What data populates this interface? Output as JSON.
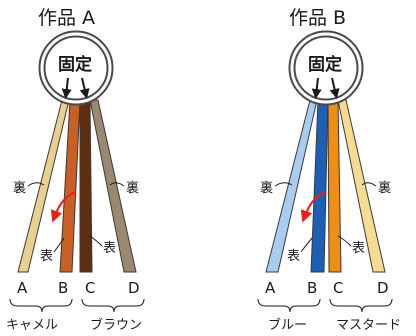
{
  "left": {
    "title": "作品 A",
    "fixed_label": "固定",
    "back_label_left": "裏",
    "back_label_right": "裏",
    "front_label_left": "表",
    "front_label_right": "表",
    "letters": [
      "A",
      "B",
      "C",
      "D"
    ],
    "group_left": "キャメル",
    "group_right": "ブラウン",
    "colors": {
      "a": "#e8d18e",
      "b": "#c95f22",
      "c": "#5e2d12",
      "d": "#9a8870"
    }
  },
  "right": {
    "title": "作品 B",
    "fixed_label": "固定",
    "back_label_left": "裏",
    "back_label_right": "裏",
    "front_label_left": "表",
    "front_label_right": "表",
    "letters": [
      "A",
      "B",
      "C",
      "D"
    ],
    "group_left": "ブルー",
    "group_right": "マスタード",
    "colors": {
      "a": "#a8cdee",
      "b": "#1d5fb5",
      "c": "#ee8e14",
      "d": "#f6dc92"
    }
  },
  "arrow_color": "#e2231a"
}
